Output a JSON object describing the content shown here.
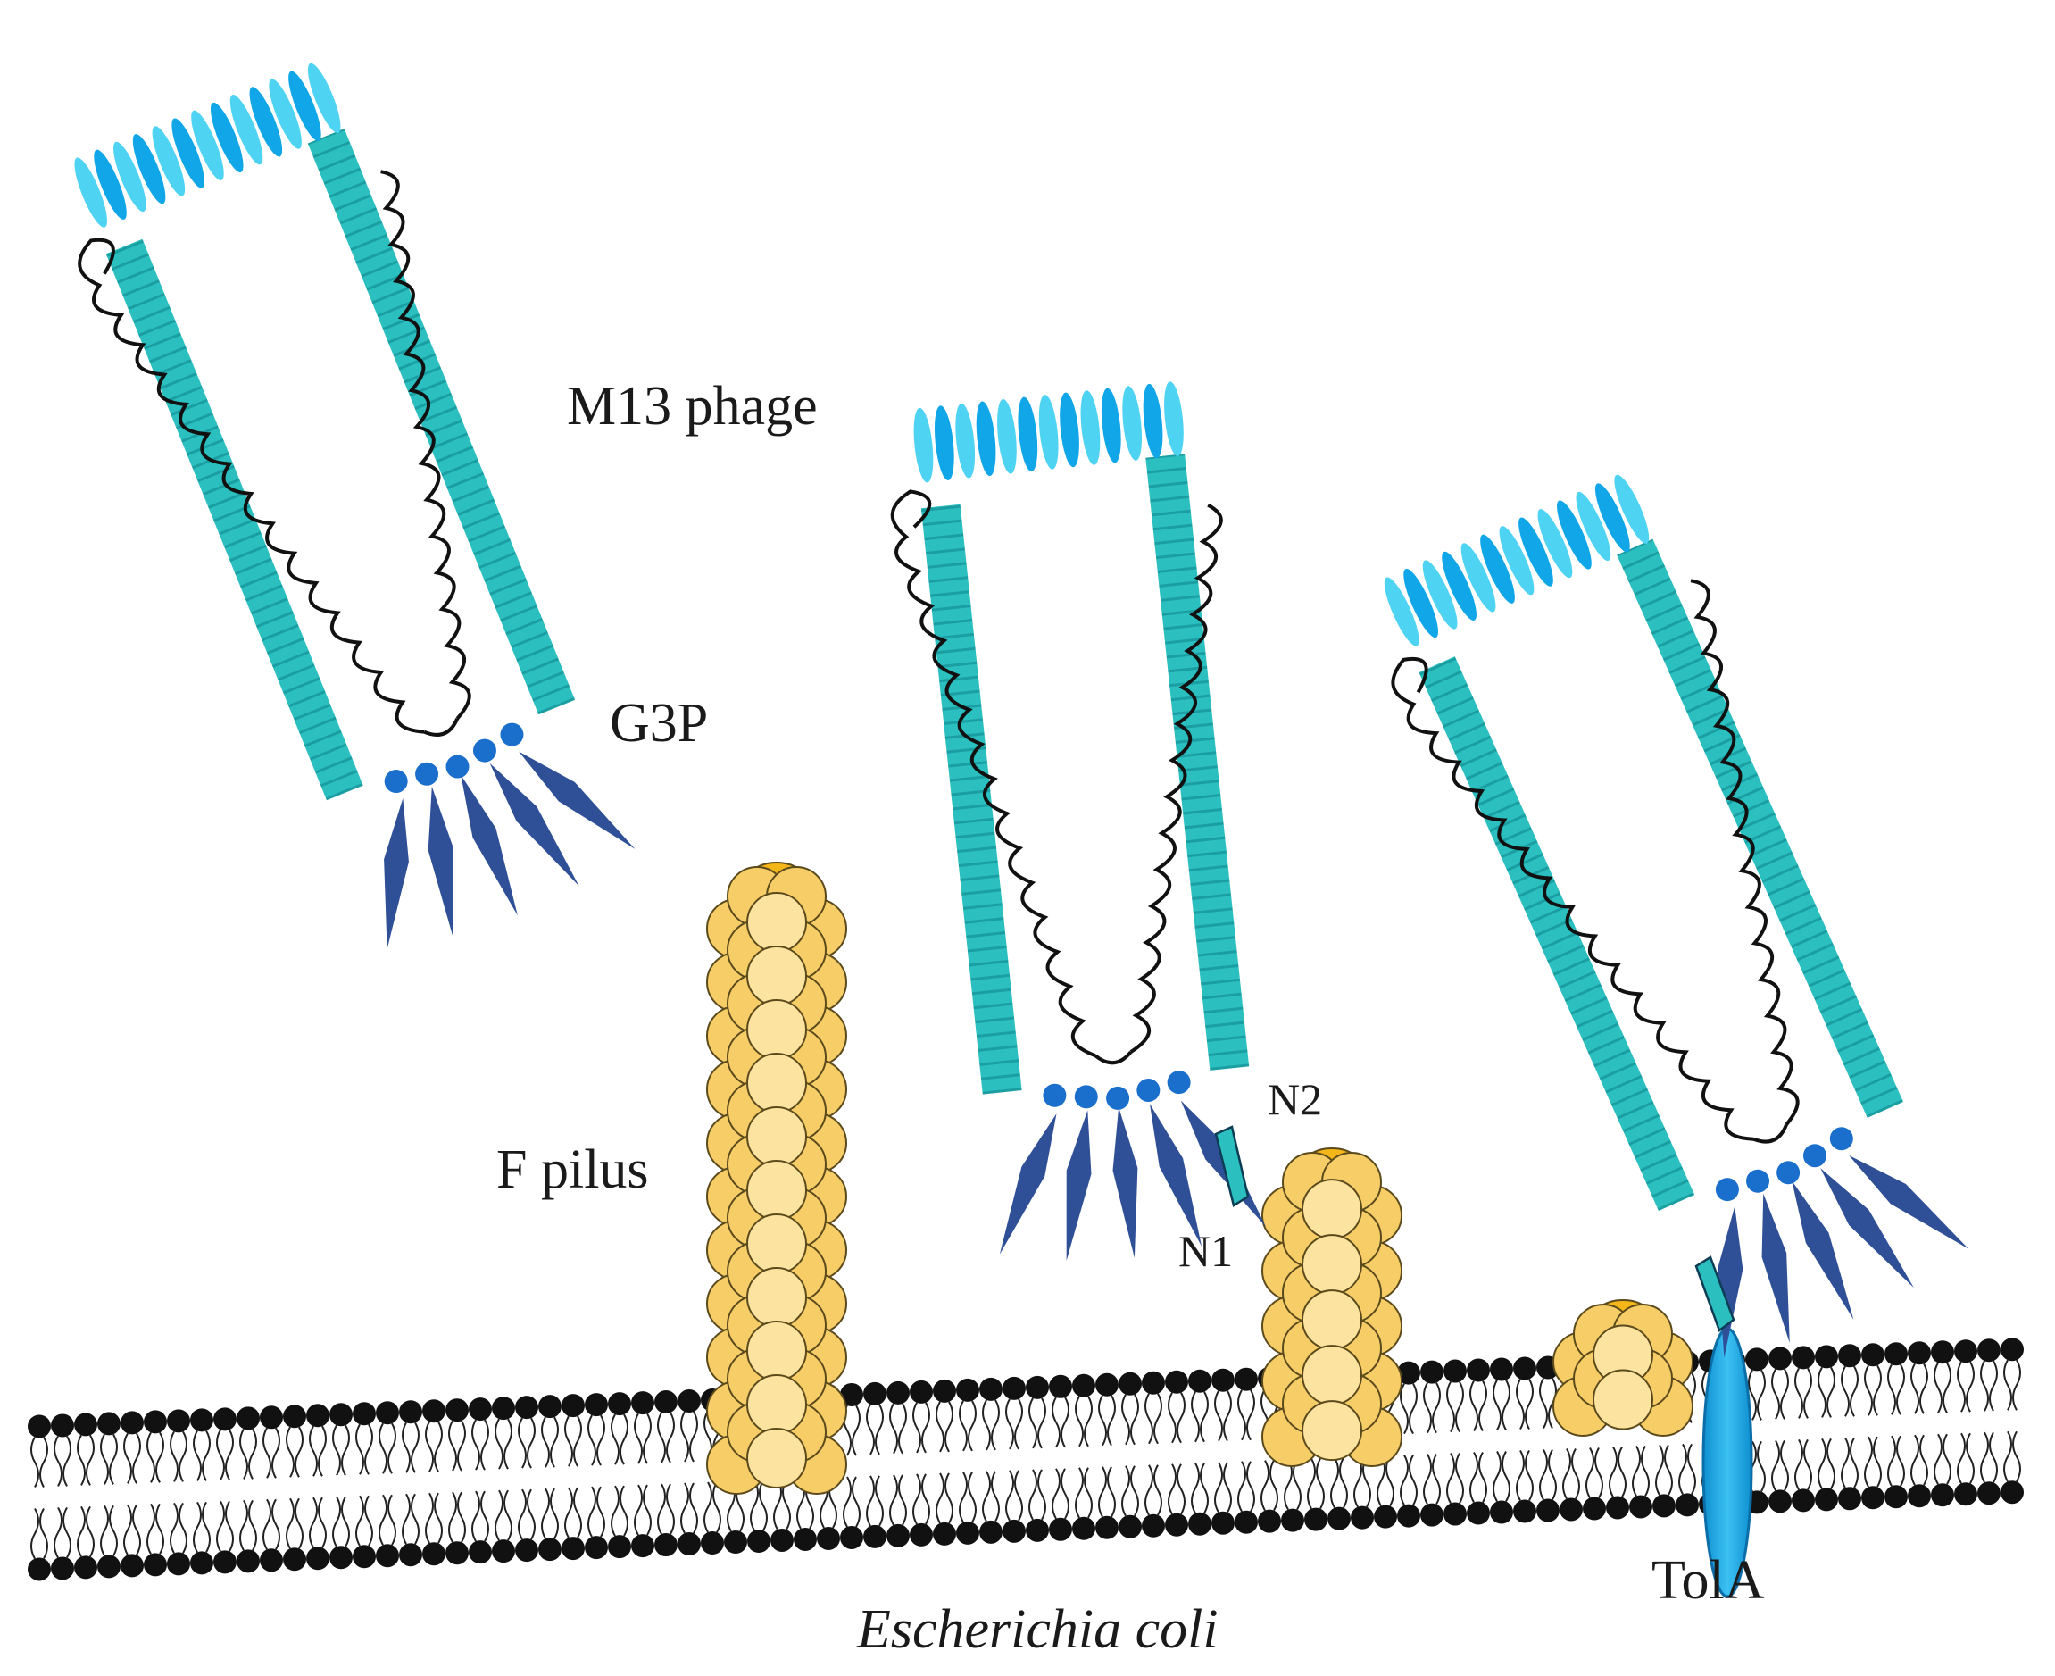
{
  "labels": {
    "phage": "M13 phage",
    "g3p": "G3P",
    "pilus": "F pilus",
    "n2": "N2",
    "n1": "N1",
    "tola": "TolA",
    "organism": "Escherichia coli"
  },
  "colors": {
    "capsid": "#2bbfbf",
    "capsid_dark": "#1fa3a6",
    "cap_light": "#4fd3f3",
    "cap_dark": "#10a6e8",
    "g3p_dot": "#1a6fcc",
    "g3p_spike": "#2f4f97",
    "pilus_body": "#f7cd67",
    "pilus_inner": "#fde3a0",
    "pilus_tip": "#f4b619",
    "pilus_stroke": "#5b4a1c",
    "lipid_head": "#111111",
    "tola": "#1aa4e4",
    "genome": "#111111"
  },
  "phages": [
    {
      "name": "phage-free",
      "binding": "none"
    },
    {
      "name": "phage-pilus-bound",
      "binding": "F pilus (N2)"
    },
    {
      "name": "phage-tola-bound",
      "binding": "TolA (N1)"
    }
  ]
}
